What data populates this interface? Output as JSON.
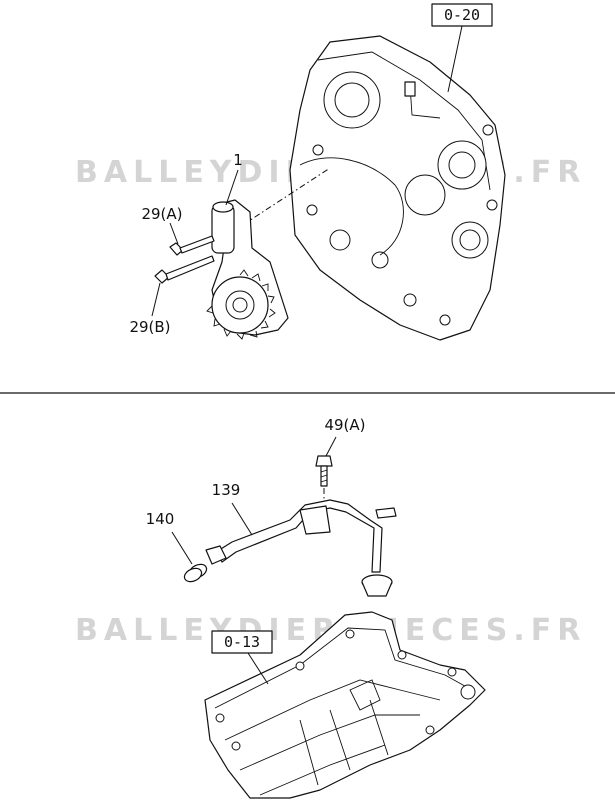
{
  "watermark": {
    "top": "BALLEYDIER-PIECES.FR",
    "bottom": "BALLEYDIER-PIECES.FR"
  },
  "upper": {
    "ref_front_cover": "0-20",
    "part_oil_pump": "1",
    "part_bolt_a": "29(A)",
    "part_bolt_b": "29(B)"
  },
  "lower": {
    "ref_oil_pan": "0-13",
    "part_bolt": "49(A)",
    "part_pipe": "139",
    "part_oring": "140"
  }
}
